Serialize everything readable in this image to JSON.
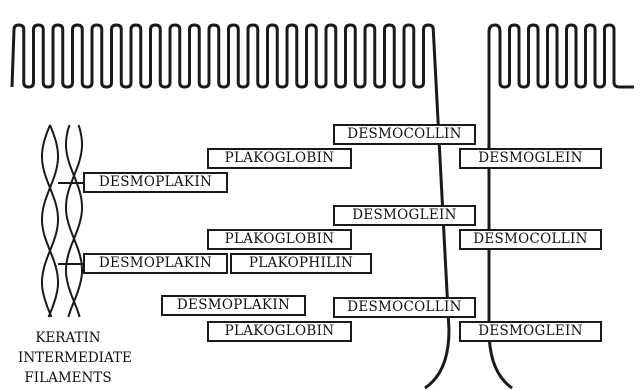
{
  "labels": {
    "desmocollin_1": "DESMOCOLLIN",
    "plakoglobin_1": "PLAKOGLOBIN",
    "desmoglein_1": "DESMOGLEIN",
    "desmoplakin_1": "DESMOPLAKIN",
    "desmoglein_2": "DESMOGLEIN",
    "plakoglobin_2": "PLAKOGLOBIN",
    "desmocollin_2": "DESMOCOLLIN",
    "desmoplakin_2": "DESMOPLAKIN",
    "plakophilin": "PLAKOPHILIN",
    "desmoplakin_3": "DESMOPLAKIN",
    "desmocollin_3": "DESMOCOLLIN",
    "plakoglobin_3": "PLAKOGLOBIN",
    "desmoglein_3": "DESMOGLEIN"
  },
  "caption": {
    "line1": "KERATIN",
    "line2": "INTERMEDIATE",
    "line3": "FILAMENTS"
  },
  "colors": {
    "line": "#1a1a1a",
    "background": "#ffffff"
  }
}
